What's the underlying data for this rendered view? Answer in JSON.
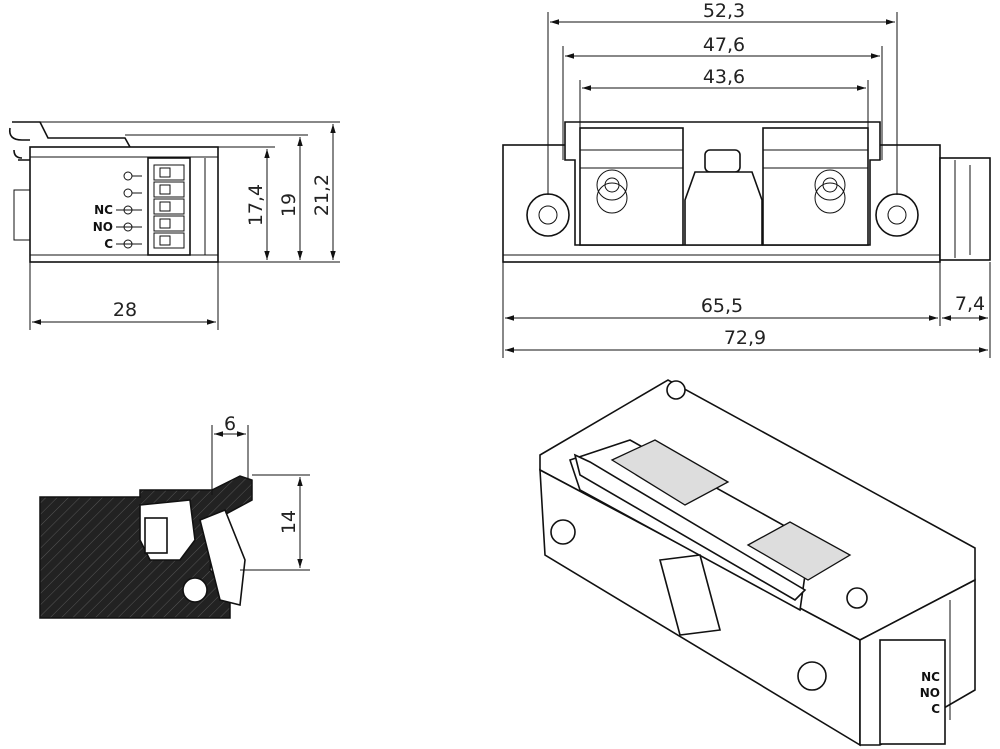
{
  "side_view": {
    "dims": {
      "height_inner": "17,4",
      "height_mid": "19",
      "height_total": "21,2",
      "width": "28"
    },
    "terminal_labels": [
      "NC",
      "NO",
      "C"
    ]
  },
  "front_view": {
    "dims": {
      "outer_screws": "52,3",
      "middle": "47,6",
      "inner": "43,6",
      "body": "65,5",
      "extension": "7,4",
      "total": "72,9"
    }
  },
  "section_view": {
    "dims": {
      "offset": "6",
      "height": "14"
    }
  },
  "iso_view": {
    "terminal_labels": [
      "NC",
      "NO",
      "C"
    ]
  }
}
